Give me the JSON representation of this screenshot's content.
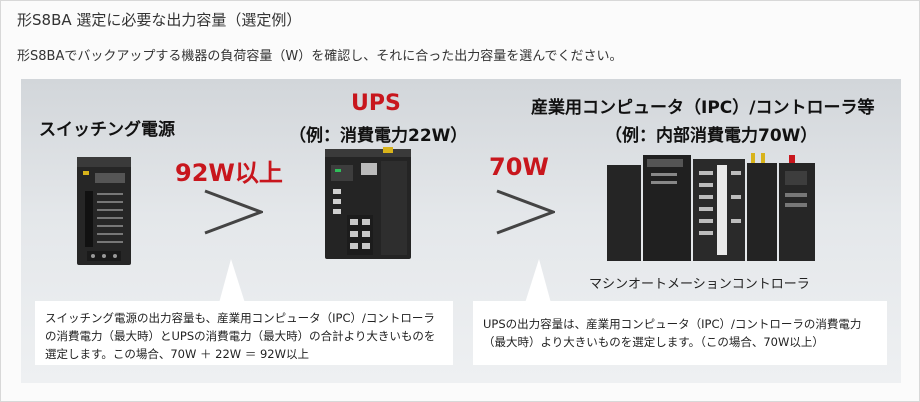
{
  "header": {
    "title": "形S8BA 選定に必要な出力容量（選定例）",
    "description": "形S8BAでバックアップする機器の負荷容量（W）を確認し、それに合った出力容量を選んでください。"
  },
  "diagram": {
    "switching_power": {
      "label": "スイッチング電源"
    },
    "ups": {
      "title": "UPS",
      "subtitle": "（例：消費電力22W）"
    },
    "controller": {
      "title": "産業用コンピュータ（IPC）/コントローラ等",
      "subtitle": "（例：内部消費電力70W）",
      "caption": "マシンオートメーションコントローラ"
    },
    "relations": [
      {
        "value": "92W以上"
      },
      {
        "value": "70W"
      }
    ],
    "notes": [
      {
        "text": "スイッチング電源の出力容量も、産業用コンピュータ（IPC）/コントローラの消費電力（最大時）とUPSの消費電力（最大時）の合計より大きいものを選定します。この場合、70W ＋ 22W ＝ 92W以上"
      },
      {
        "text": "UPSの出力容量は、産業用コンピュータ（IPC）/コントローラの消費電力（最大時）より大きいものを選定します。（この場合、70W以上）"
      }
    ]
  },
  "colors": {
    "accent": "#c8161d",
    "panel": "#dde0e3",
    "device": "#232323"
  }
}
